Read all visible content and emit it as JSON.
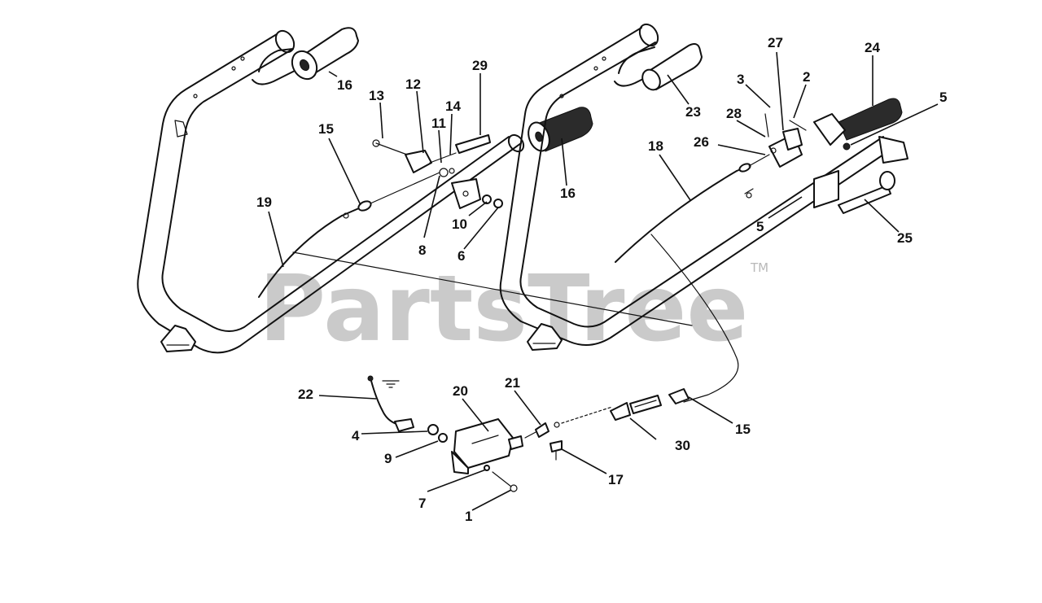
{
  "watermark": {
    "text": "PartsTree",
    "mark": "TM"
  },
  "callouts": [
    {
      "id": "c16a",
      "label": "16"
    },
    {
      "id": "c13",
      "label": "13"
    },
    {
      "id": "c12",
      "label": "12"
    },
    {
      "id": "c29",
      "label": "29"
    },
    {
      "id": "c14",
      "label": "14"
    },
    {
      "id": "c11",
      "label": "11"
    },
    {
      "id": "c15a",
      "label": "15"
    },
    {
      "id": "c19",
      "label": "19"
    },
    {
      "id": "c10",
      "label": "10"
    },
    {
      "id": "c8",
      "label": "8"
    },
    {
      "id": "c6",
      "label": "6"
    },
    {
      "id": "c16b",
      "label": "16"
    },
    {
      "id": "c23",
      "label": "23"
    },
    {
      "id": "c27",
      "label": "27"
    },
    {
      "id": "c24",
      "label": "24"
    },
    {
      "id": "c3",
      "label": "3"
    },
    {
      "id": "c2",
      "label": "2"
    },
    {
      "id": "c5a",
      "label": "5"
    },
    {
      "id": "c28",
      "label": "28"
    },
    {
      "id": "c26",
      "label": "26"
    },
    {
      "id": "c18",
      "label": "18"
    },
    {
      "id": "c5b",
      "label": "5"
    },
    {
      "id": "c25",
      "label": "25"
    },
    {
      "id": "c22",
      "label": "22"
    },
    {
      "id": "c20",
      "label": "20"
    },
    {
      "id": "c21",
      "label": "21"
    },
    {
      "id": "c4",
      "label": "4"
    },
    {
      "id": "c9",
      "label": "9"
    },
    {
      "id": "c30",
      "label": "30"
    },
    {
      "id": "c15b",
      "label": "15"
    },
    {
      "id": "c17",
      "label": "17"
    },
    {
      "id": "c7",
      "label": "7"
    },
    {
      "id": "c1",
      "label": "1"
    }
  ]
}
